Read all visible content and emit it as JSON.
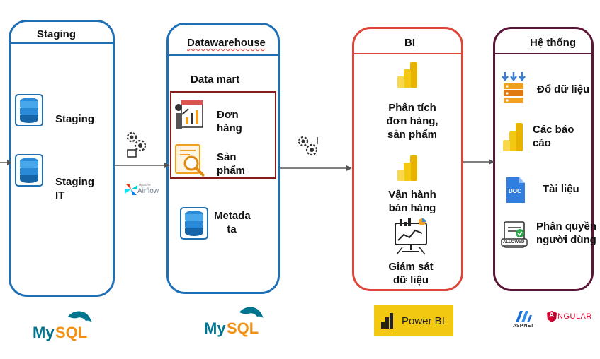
{
  "colors": {
    "staging_border": "#1f6fb5",
    "warehouse_border": "#1f6fb5",
    "bi_border": "#e0453a",
    "system_border": "#5b1738",
    "datamart_border": "#8b1a1a",
    "powerbi_yellow": "#f2c811",
    "mysql_blue": "#00758f",
    "mysql_orange": "#f29111"
  },
  "staging": {
    "title": "Staging",
    "items": [
      "Staging",
      "Staging IT"
    ]
  },
  "warehouse": {
    "title": "Datawarehouse",
    "datamart_title": "Data mart",
    "datamart_items": [
      "Đơn hàng",
      "Sản phẩm"
    ],
    "metadata": "Metada ta"
  },
  "bi": {
    "title": "BI",
    "items": [
      "Phân tích đơn hàng, sản phẩm",
      "Vận hành bán hàng",
      "Giám sát dữ liệu"
    ]
  },
  "system": {
    "title": "Hệ thống",
    "items": [
      "Đổ dữ liệu",
      "Các báo cáo",
      "Tài liệu",
      "Phân quyền người dùng"
    ]
  },
  "logos": {
    "mysql": "MySQL",
    "airflow": "Airflow",
    "airflow_small": "Apache",
    "powerbi": "Power BI",
    "aspnet": "ASP.NET",
    "angular": "NGULAR",
    "angular_a": "A",
    "doc": "DOC",
    "allowed": "ALLOWED"
  }
}
